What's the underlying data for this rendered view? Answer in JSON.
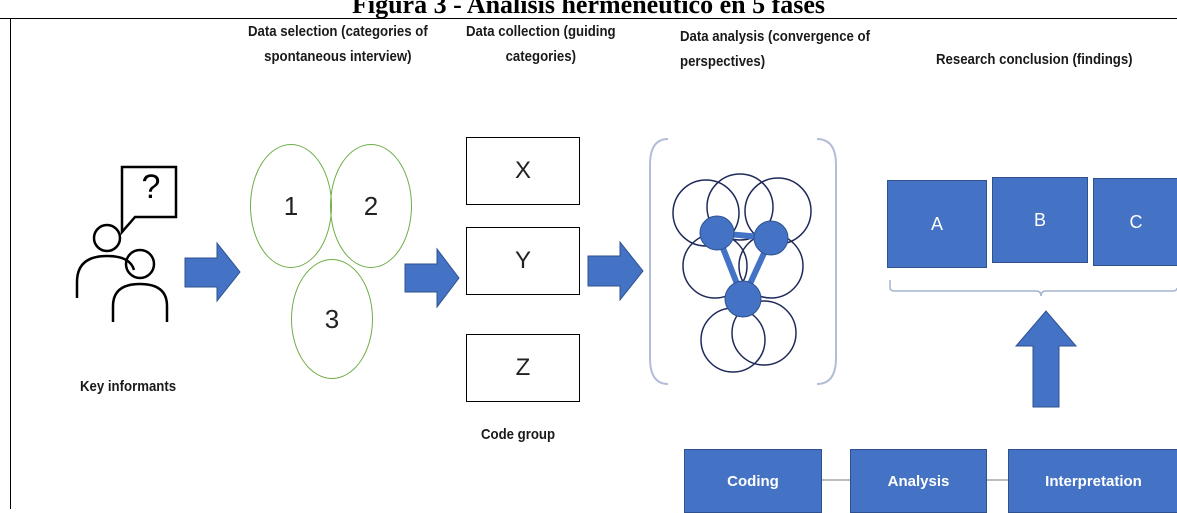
{
  "figure_title": "Figura 3 - Análisis hermenéutico en 5 fases",
  "stages": {
    "data_selection": [
      "Data selection (categories of",
      "spontaneous interview)"
    ],
    "data_collection": [
      "Data collection (guiding",
      "categories)"
    ],
    "data_analysis": [
      "Data analysis (convergence of",
      "perspectives)"
    ],
    "research_conclusion": [
      "Research conclusion (findings)"
    ]
  },
  "informants": {
    "label": "Key informants",
    "question_mark": "?"
  },
  "categories": [
    "1",
    "2",
    "3"
  ],
  "codes": [
    "X",
    "Y",
    "Z"
  ],
  "code_group_label": "Code group",
  "findings": [
    "A",
    "B",
    "C"
  ],
  "process_steps": [
    "Coding",
    "Analysis",
    "Interpretation"
  ],
  "colors": {
    "accent_blue": "#4472c4",
    "category_circle": "#70ad47",
    "network_outline": "#1f2a5a",
    "bracket": "#a5b4cf"
  }
}
